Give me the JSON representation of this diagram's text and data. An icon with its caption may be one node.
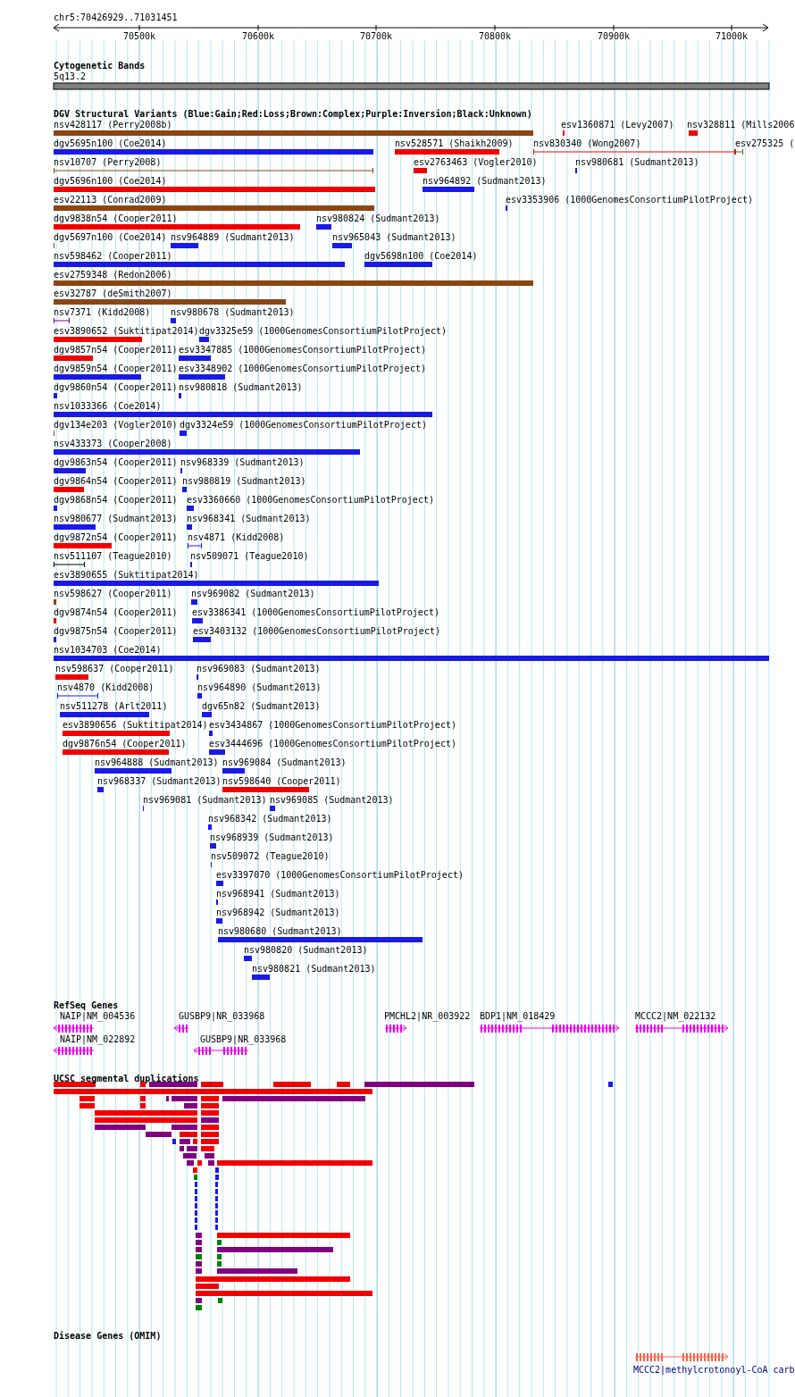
{
  "diagram": {
    "labels": [
      "chr5:70426929..71031451",
      "70500k",
      "70600k",
      "70700k",
      "70800k",
      "70900k",
      "71000k",
      "Cytogenetic Bands",
      "5q13.2",
      "DGV Structural Variants (Blue:Gain;Red:Loss;Brown:Complex;Purple:Inversion;Black:Unknown)",
      "nsv428117 (Perry2008b)",
      "esv1360871 (Levy2007)",
      "nsv328811 (Mills2006",
      "dgv5695n100 (Coe2014)",
      "nsv528571 (Shaikh2009)",
      "nsv830340 (Wong2007)",
      "esv275325 (",
      "nsv10707 (Perry2008)",
      "esv2763463 (Vogler2010)",
      "nsv980681 (Sudmant2013)",
      "dgv5696n100 (Coe2014)",
      "nsv964892 (Sudmant2013)",
      "esv22113 (Conrad2009)",
      "esv3353906 (1000GenomesConsortiumPilotProject)",
      "dgv9838n54 (Cooper2011)",
      "nsv980824 (Sudmant2013)",
      "dgv5697n100 (Coe2014)",
      "nsv964889 (Sudmant2013)",
      "nsv965043 (Sudmant2013)",
      "nsv598462 (Cooper2011)",
      "dgv5698n100 (Coe2014)",
      "esv2759348 (Redon2006)",
      "esv32787 (deSmith2007)",
      "nsv7371 (Kidd2008)",
      "nsv980678 (Sudmant2013)",
      "esv3890652 (Suktitipat2014)",
      "dgv3325e59 (1000GenomesConsortiumPilotProject)",
      "dgv9857n54 (Cooper2011)",
      "esv3347885 (1000GenomesConsortiumPilotProject)",
      "dgv9859n54 (Cooper2011)",
      "esv3348902 (1000GenomesConsortiumPilotProject)",
      "dgv9860n54 (Cooper2011)",
      "nsv980818 (Sudmant2013)",
      "nsv1033366 (Coe2014)",
      "dgv134e203 (Vogler2010)",
      "dgv3324e59 (1000GenomesConsortiumPilotProject)",
      "nsv433373 (Cooper2008)",
      "dgv9863n54 (Cooper2011)",
      "nsv968339 (Sudmant2013)",
      "dgv9864n54 (Cooper2011)",
      "nsv980819 (Sudmant2013)",
      "dgv9868n54 (Cooper2011)",
      "esv3360660 (1000GenomesConsortiumPilotProject)",
      "nsv980677 (Sudmant2013)",
      "nsv968341 (Sudmant2013)",
      "dgv9872n54 (Cooper2011)",
      "nsv4871 (Kidd2008)",
      "nsv511107 (Teague2010)",
      "nsv509071 (Teague2010)",
      "esv3890655 (Suktitipat2014)",
      "nsv598627 (Cooper2011)",
      "nsv969082 (Sudmant2013)",
      "dgv9874n54 (Cooper2011)",
      "esv3386341 (1000GenomesConsortiumPilotProject)",
      "dgv9875n54 (Cooper2011)",
      "esv3403132 (1000GenomesConsortiumPilotProject)",
      "nsv1034703 (Coe2014)",
      "nsv598637 (Cooper2011)",
      "nsv969083 (Sudmant2013)",
      "nsv4870 (Kidd2008)",
      "nsv964890 (Sudmant2013)",
      "nsv511278 (Arlt2011)",
      "dgv65n82 (Sudmant2013)",
      "esv3890656 (Suktitipat2014)",
      "esv3434867 (1000GenomesConsortiumPilotProject)",
      "dgv9876n54 (Cooper2011)",
      "esv3444696 (1000GenomesConsortiumPilotProject)",
      "nsv964888 (Sudmant2013)",
      "nsv969084 (Sudmant2013)",
      "nsv968337 (Sudmant2013)",
      "nsv598640 (Cooper2011)",
      "nsv969081 (Sudmant2013)",
      "nsv969085 (Sudmant2013)",
      "nsv968342 (Sudmant2013)",
      "nsv968939 (Sudmant2013)",
      "nsv509072 (Teague2010)",
      "esv3397070 (1000GenomesConsortiumPilotProject)",
      "nsv968941 (Sudmant2013)",
      "nsv968942 (Sudmant2013)",
      "nsv980680 (Sudmant2013)",
      "nsv980820 (Sudmant2013)",
      "nsv980821 (Sudmant2013)",
      "RefSeq Genes",
      "NAIP|NM_004536",
      "GUSBP9|NR_033968",
      "PMCHL2|NR_003922",
      "BDP1|NM_018429",
      "MCCC2|NM_022132",
      "NAIP|NM_022892",
      "GUSBP9|NR_033968",
      "UCSC segmental duplications",
      "Disease Genes (OMIM)",
      "MCCC2|methylcrotonoyl-CoA carb"
    ]
  }
}
